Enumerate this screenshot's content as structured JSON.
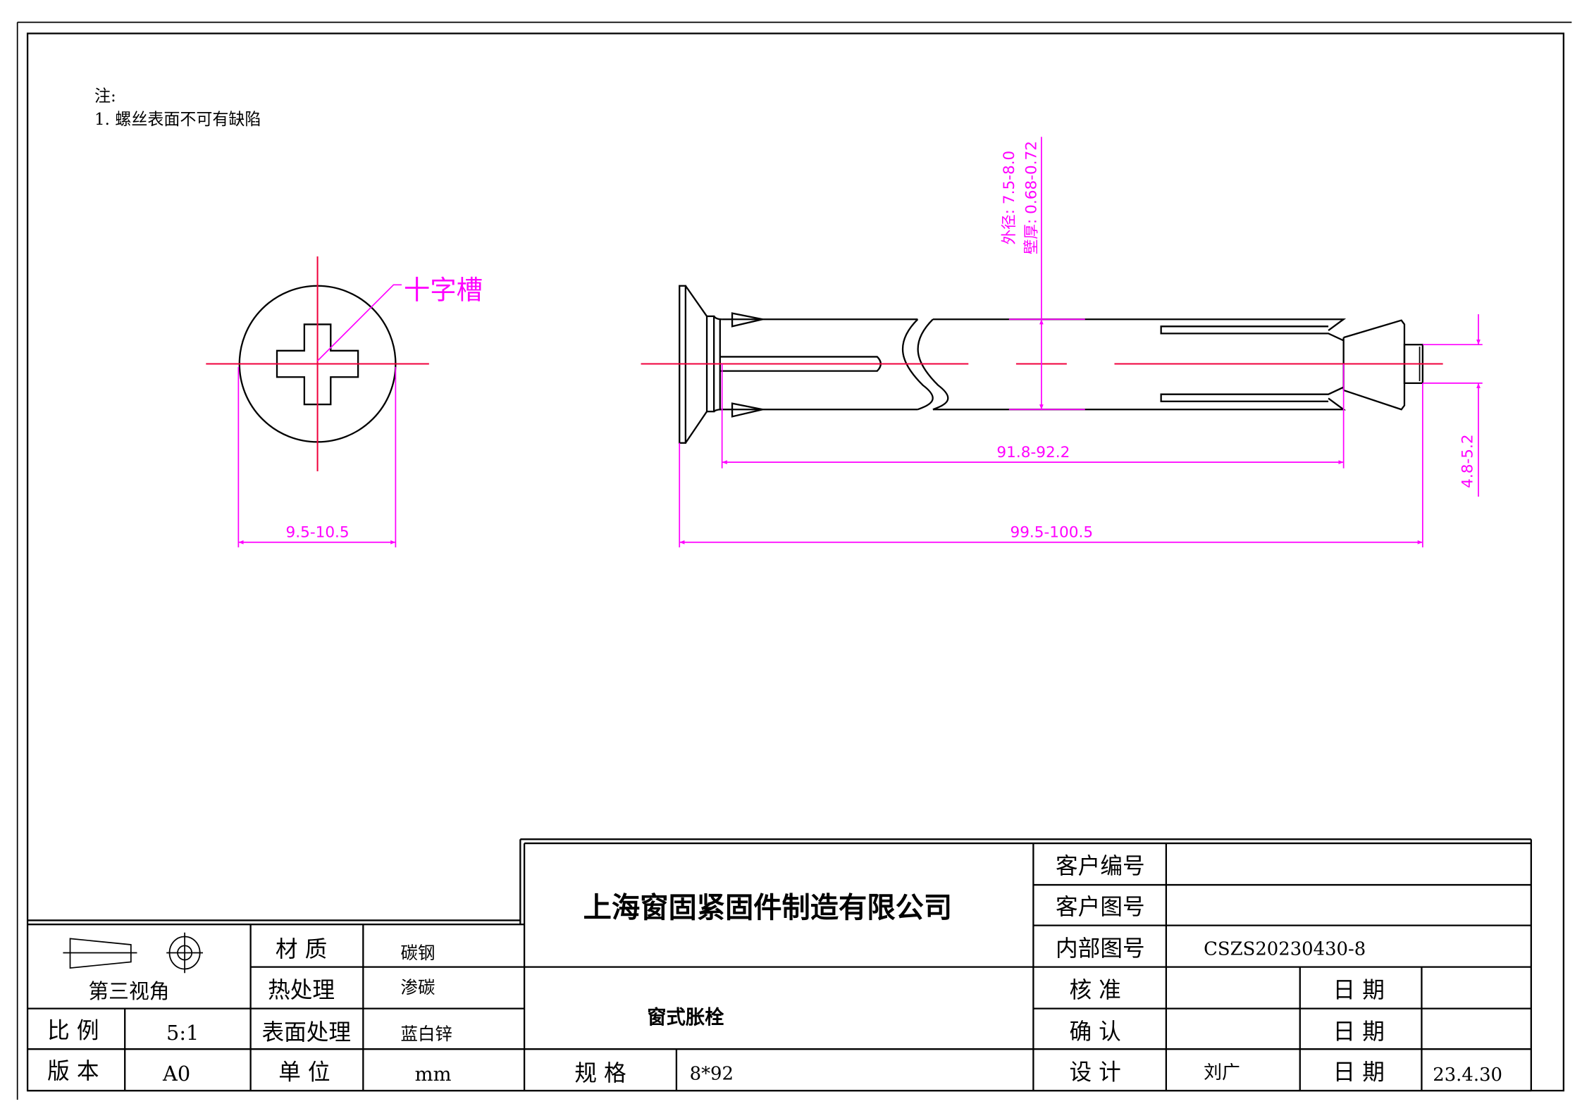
{
  "notes": {
    "title": "注:",
    "items": [
      "1. 螺丝表面不可有缺陷"
    ]
  },
  "drawing": {
    "slot_label": "十字槽",
    "dims": {
      "head_diameter": "9.5-10.5",
      "sleeve_length": "91.8-92.2",
      "total_length": "99.5-100.5",
      "stud_diameter": "4.8-5.2",
      "outer_diameter": "外径: 7.5-8.0",
      "wall_thickness": "壁厚: 0.68-0.72"
    },
    "colors": {
      "dimension": "#ff00ff",
      "centerline": "#f0003c",
      "outline": "#000000"
    }
  },
  "title_block": {
    "projection_label": "第三视角",
    "company": "上海窗固紧固件制造有限公司",
    "part_name": "窗式胀栓",
    "rows": {
      "material_label": "材 质",
      "material": "碳钢",
      "heat_label": "热处理",
      "heat": "渗碳",
      "surface_label": "表面处理",
      "surface": "蓝白锌",
      "unit_label": "单 位",
      "unit": "mm",
      "scale_label": "比 例",
      "scale": "5:1",
      "version_label": "版 本",
      "version": "A0",
      "spec_label": "规 格",
      "spec": "8*92",
      "customer_no_label": "客户编号",
      "customer_no": "",
      "customer_dwg_label": "客户图号",
      "customer_dwg": "",
      "internal_dwg_label": "内部图号",
      "internal_dwg": "CSZS20230430-8",
      "check_label": "核 准",
      "check": "",
      "confirm_label": "确 认",
      "confirm": "",
      "design_label": "设 计",
      "design": "刘广",
      "date_label": "日 期",
      "check_date": "",
      "confirm_date": "",
      "design_date": "23.4.30"
    }
  }
}
